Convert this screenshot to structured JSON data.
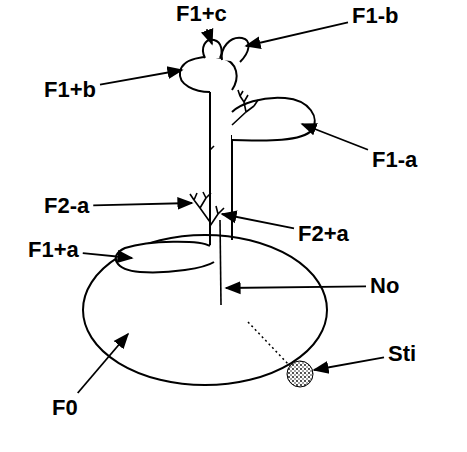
{
  "diagram": {
    "labels": [
      "F1+c",
      "F1-b",
      "F1+b",
      "F1-a",
      "F2-a",
      "F2+a",
      "F1+a",
      "No",
      "Sti",
      "F0"
    ]
  }
}
